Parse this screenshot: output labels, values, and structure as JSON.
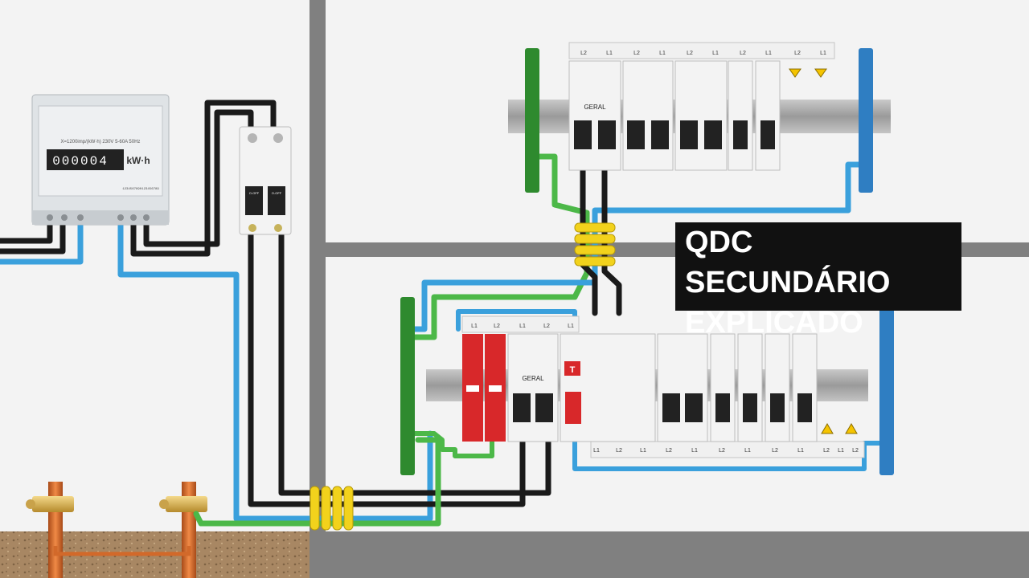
{
  "title": {
    "line1": "QDC SECUNDÁRIO",
    "line2": "EXPLICADO"
  },
  "meter": {
    "spec": "X=1200imp/(kW·h)  230V  5-60A  50Hz",
    "reading": "000004",
    "unit": "kW·h",
    "serial": "1234567890123456789"
  },
  "breaker": {
    "general_label": "GERAL",
    "off_label": "O-OFF"
  },
  "dr": {
    "test_label": "T"
  },
  "upper_panel": {
    "terminal_labels": [
      "L2",
      "L1",
      "L2",
      "L1",
      "L2",
      "L1",
      "L2",
      "L1",
      "L2",
      "L1"
    ]
  },
  "lower_panel": {
    "top_labels": [
      "L1",
      "L2",
      "L1",
      "L2",
      "L1"
    ],
    "bottom_labels": [
      "L1",
      "L2",
      "L1",
      "L2",
      "L1",
      "L2",
      "L1",
      "L2",
      "L1",
      "L2",
      "L1",
      "L2"
    ]
  },
  "colors": {
    "wall": "#f3f3f3",
    "wall_line": "#808080",
    "phase_wire": "#1a1a1a",
    "neutral_wire": "#3aa0dc",
    "ground_wire": "#4cb848",
    "conduit_ring": "#f2d21c",
    "dps": "#d8282a",
    "soil": "#a98a66",
    "ground_rod": "#d2692a",
    "ground_bar": "#2e8a2e",
    "neutral_bar": "#2f7ec2",
    "warning": "#f5c400"
  }
}
